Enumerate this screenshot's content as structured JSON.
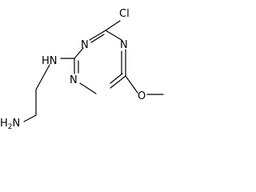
{
  "structure": {
    "atoms": {
      "chlorine": "Cl",
      "ring_n_top": "N",
      "ring_n_left": "N",
      "ring_n_bottom": "N",
      "amine_nh": "HN",
      "terminal_amine": "H2N",
      "ether_o": "O"
    }
  },
  "colors": {
    "bond": "#000000",
    "text": "#000000",
    "background": "#ffffff"
  }
}
